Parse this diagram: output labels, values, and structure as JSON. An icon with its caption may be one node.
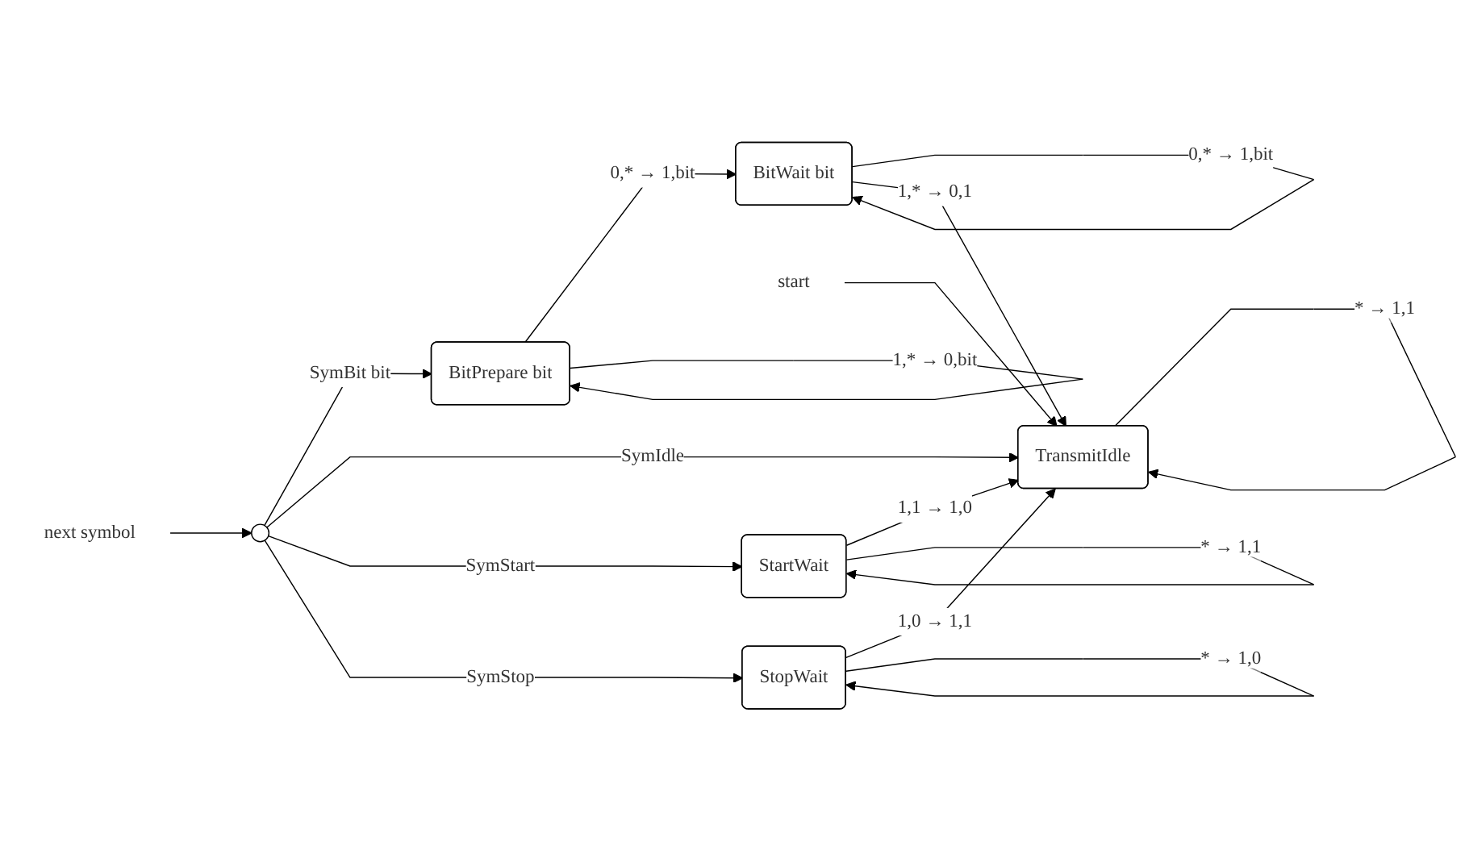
{
  "diagram": {
    "nodes": [
      {
        "text": [
          "next symbol"
        ]
      },
      {
        "text": [],
        "shape": "circle"
      },
      {
        "text": [
          "BitPrepare bit"
        ]
      },
      {
        "text": [
          "BitWait bit"
        ]
      },
      {
        "text": [
          "TransmitIdle"
        ]
      },
      {
        "text": [
          "start"
        ]
      },
      {
        "text": [
          "StartWait"
        ]
      },
      {
        "text": [
          "StopWait"
        ]
      }
    ],
    "edges": [
      {
        "from": 0,
        "to": 1,
        "arrow": "to"
      },
      {
        "from": 5,
        "to": 4,
        "arrow": "to"
      },
      {
        "from": 1,
        "to": 2,
        "arrow": "to",
        "label": "SymBit bit"
      },
      {
        "from": 1,
        "to": 4,
        "arrow": "to",
        "label": "SymIdle"
      },
      {
        "from": 1,
        "to": 6,
        "arrow": "to",
        "label": "SymStart"
      },
      {
        "from": 1,
        "to": 7,
        "arrow": "to",
        "label": "SymStop"
      },
      {
        "from": 2,
        "to": 3,
        "arrow": "to",
        "label": "0,* → 1,bit"
      },
      {
        "from": 2,
        "to": 2,
        "arrow": "to",
        "label": "1,* → 0,bit"
      },
      {
        "from": 3,
        "to": 3,
        "arrow": "to",
        "label": "0,* → 1,bit"
      },
      {
        "from": 3,
        "to": 4,
        "arrow": "to",
        "label": "1,* → 0,1"
      },
      {
        "from": 6,
        "to": 4,
        "arrow": "to",
        "label": "1,1 → 1,0"
      },
      {
        "from": 6,
        "to": 6,
        "arrow": "to",
        "label": "* → 1,1"
      },
      {
        "from": 7,
        "to": 4,
        "arrow": "to",
        "label": "1,0 → 1,1"
      },
      {
        "from": 7,
        "to": 7,
        "arrow": "to",
        "label": "* → 1,0"
      },
      {
        "from": 4,
        "to": 4,
        "arrow": "to",
        "label": "* → 1,1"
      }
    ]
  }
}
